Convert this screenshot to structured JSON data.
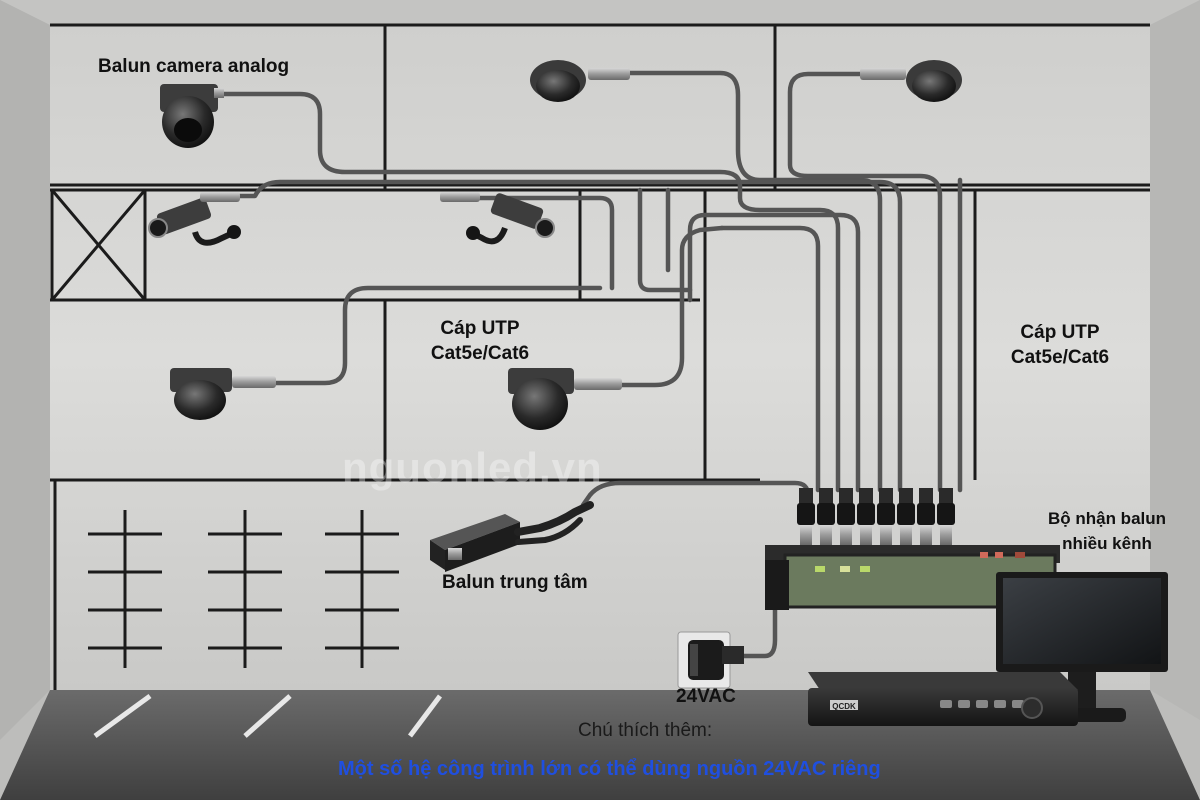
{
  "labels": {
    "balun_camera": "Balun camera analog",
    "utp_left": [
      "Cáp UTP",
      "Cat5e/Cat6"
    ],
    "utp_right": [
      "Cáp UTP",
      "Cat5e/Cat6"
    ],
    "balun_center": "Balun trung tâm",
    "receiver": [
      "Bộ nhận balun",
      "nhiều kênh"
    ],
    "power": "24VAC",
    "note_title": "Chú thích thêm:",
    "note_text": "Một số hệ công trình lớn có thể dùng nguồn 24VAC riêng"
  },
  "watermark": "nguonled.vn",
  "colors": {
    "wall": "#d8d8d6",
    "line": "#1b1b1b",
    "cable": "#5a5a5a",
    "note_text": "#1f4fe0"
  },
  "devices": {
    "cameras": [
      "dome-camera",
      "dome-camera",
      "dome-camera",
      "bullet-camera",
      "bullet-camera",
      "dome-camera",
      "dome-camera"
    ],
    "receiver_connectors": 8,
    "dvr_badge": "QCDK"
  }
}
